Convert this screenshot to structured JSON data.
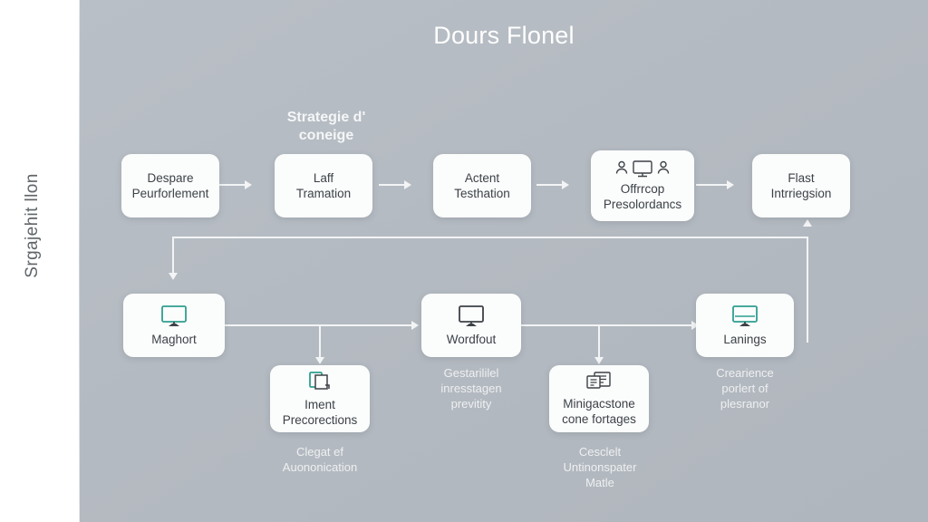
{
  "page": {
    "title": "Dours Flonel",
    "rail_label": "Srgajehit llon",
    "section_heading": "Strategie d'\nconeige",
    "colors": {
      "background": "#b4bac1",
      "rail": "#ffffff",
      "node": "#fbfcfc",
      "accent_teal": "#2f9e8f",
      "icon_dark": "#3c4247",
      "connector": "#f2f4f5",
      "title_text": "#ffffff"
    }
  },
  "top_row": [
    {
      "id": "n1",
      "label": "Despare\nPeurforlement",
      "icon": null
    },
    {
      "id": "n2",
      "label": "Laff\nTramation",
      "icon": null
    },
    {
      "id": "n3",
      "label": "Actent\nTesthation",
      "icon": null
    },
    {
      "id": "n4",
      "label": "Offrrcop\nPresolordancs",
      "icon": "users-monitor-icon"
    },
    {
      "id": "n5",
      "label": "Flast\nIntrriegsion",
      "icon": null
    }
  ],
  "bottom_row": [
    {
      "id": "b1",
      "label": "Maghort",
      "icon": "monitor-icon",
      "icon_color": "teal",
      "caption": ""
    },
    {
      "id": "b2",
      "label": "Iment\nPrecorections",
      "icon": "documents-icon",
      "icon_color": "teal",
      "caption": "Clegat ef\nAuononication"
    },
    {
      "id": "b3",
      "label": "Wordfout",
      "icon": "monitor-icon",
      "icon_color": "dark",
      "caption": "Gestarililel\ninresstagen\nprevitity"
    },
    {
      "id": "b4",
      "label": "Minigacstone\ncone fortages",
      "icon": "cards-icon",
      "icon_color": "dark",
      "caption": "Cesclelt\nUntinonspater\nMatle"
    },
    {
      "id": "b5",
      "label": "Lanings",
      "icon": "monitor-icon",
      "icon_color": "teal",
      "caption": "Crearience\nporlert of\nplesranor"
    }
  ]
}
